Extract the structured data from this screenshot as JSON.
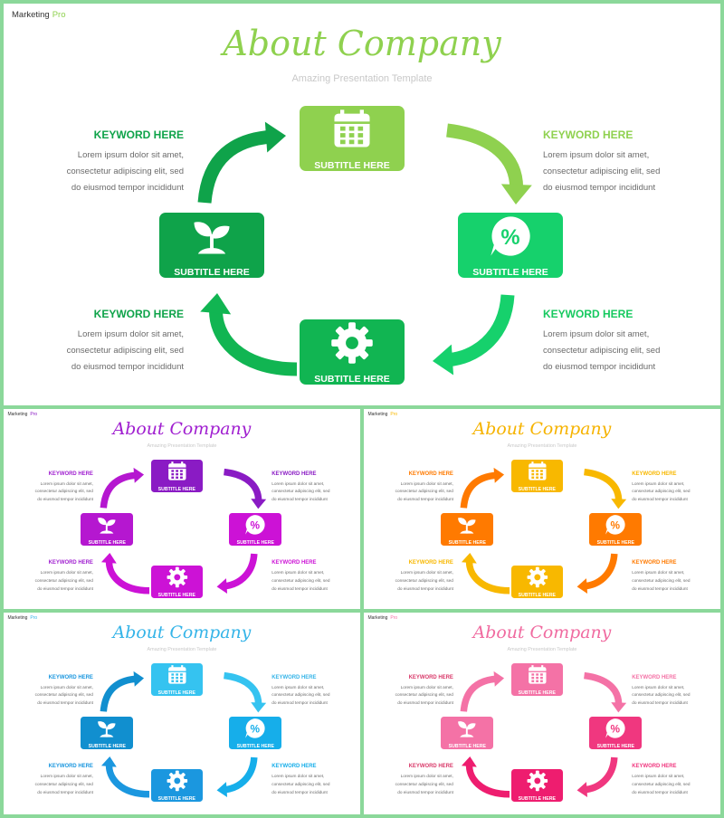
{
  "brand": {
    "name": "Marketing",
    "suffix": "Pro"
  },
  "title": "About Company",
  "subtitle": "Amazing Presentation Template",
  "keyword": "KEYWORD HERE",
  "body_lines": [
    "Lorem ipsum dolor sit amet,",
    "consectetur adipiscing elit, sed",
    "do eiusmod tempor incididunt"
  ],
  "box_label": "SUBTITLE HERE",
  "icons": {
    "top": "calendar-icon",
    "right": "percent-bubble-icon",
    "bottom": "gear-icon",
    "left": "sprout-icon"
  },
  "themes": [
    {
      "id": "green",
      "title": "#8fd14f",
      "top": "#8fd14f",
      "right": "#16d16c",
      "bottom": "#11b552",
      "left": "#0fa34a",
      "kw_tl": "#0fa34a",
      "kw_tr": "#8fd14f",
      "kw_bl": "#0fa34a",
      "kw_br": "#16c95f"
    },
    {
      "id": "purple",
      "title": "#a01fd0",
      "top": "#8a1bc4",
      "right": "#cc12d6",
      "bottom": "#cc12d6",
      "left": "#b517d0",
      "kw_tl": "#a01fd0",
      "kw_tr": "#8a1bc4",
      "kw_bl": "#a01fd0",
      "kw_br": "#cc12d6"
    },
    {
      "id": "orange",
      "title": "#f6b300",
      "top": "#f8b800",
      "right": "#ff7a00",
      "bottom": "#f8b800",
      "left": "#ff7a00",
      "kw_tl": "#ff7a00",
      "kw_tr": "#f8b800",
      "kw_bl": "#f8b800",
      "kw_br": "#ff7a00"
    },
    {
      "id": "blue",
      "title": "#35b4e8",
      "top": "#35c3f0",
      "right": "#16aeea",
      "bottom": "#1b97df",
      "left": "#118fcf",
      "kw_tl": "#1b97df",
      "kw_tr": "#35b4e8",
      "kw_bl": "#1b97df",
      "kw_br": "#16aeea"
    },
    {
      "id": "pink",
      "title": "#f06ba0",
      "top": "#f472a6",
      "right": "#f0377f",
      "bottom": "#ee1d6f",
      "left": "#f472a6",
      "kw_tl": "#d93a6a",
      "kw_tr": "#f472a6",
      "kw_bl": "#d93a6a",
      "kw_br": "#f0377f"
    }
  ]
}
